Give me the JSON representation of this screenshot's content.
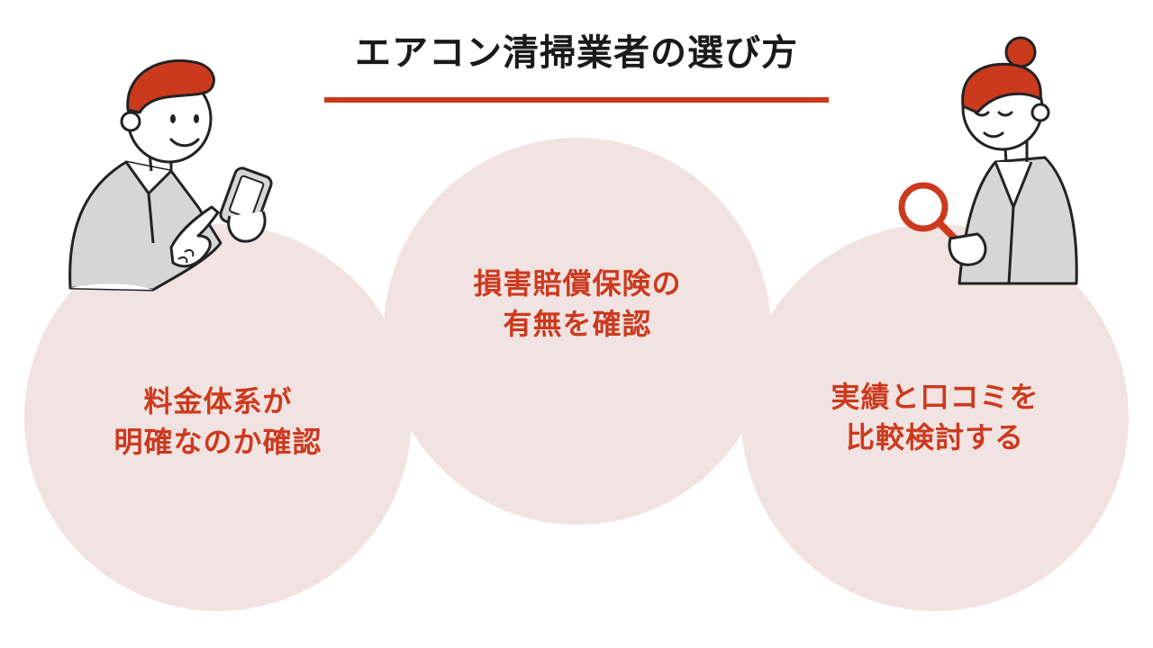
{
  "title": "エアコン清掃業者の選び方",
  "colors": {
    "accent": "#cc3a1e",
    "circle_fill": "#f1e3e1",
    "title_text": "#1a1a1a",
    "outline": "#222222",
    "shirt_gray": "#d6d6d6"
  },
  "items": [
    {
      "lines": [
        "料金体系が",
        "明確なのか確認"
      ]
    },
    {
      "lines": [
        "損害賠償保険の",
        "有無を確認"
      ]
    },
    {
      "lines": [
        "実績と口コミを",
        "比較検討する"
      ]
    }
  ],
  "illustrations": {
    "left": "man-with-smartphone-icon",
    "right": "woman-with-magnifying-glass-icon"
  }
}
